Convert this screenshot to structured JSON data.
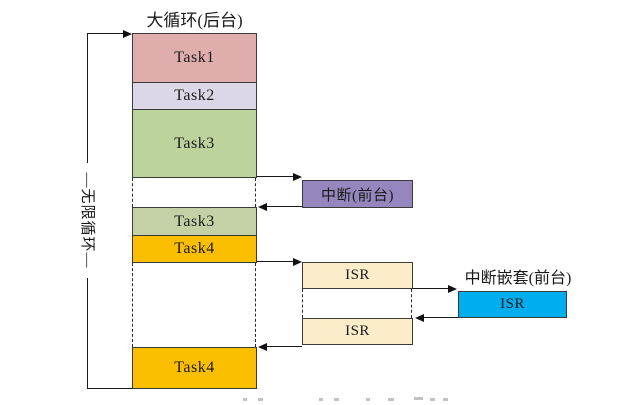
{
  "diagram": {
    "background_loop": {
      "title": "大循环(后台)",
      "infinite_loop_label": "—无限循环—",
      "tasks": {
        "task1": "Task1",
        "task2": "Task2",
        "task3_first": "Task3",
        "task3_resume": "Task3",
        "task4_first": "Task4",
        "task4_resume": "Task4"
      }
    },
    "foreground": {
      "interrupt_box_label": "中断(前台)",
      "isr_first": "ISR",
      "isr_resume": "ISR",
      "nested_title": "中断嵌套(前台)",
      "nested_isr": "ISR"
    },
    "colors": {
      "task1_fill": "#dfadab",
      "task2_fill": "#dbd6e8",
      "task3_fill": "#bdd39c",
      "task3_resume_fill": "#c4d1a6",
      "task4_fill": "#fcbf00",
      "interrupt_fill": "#9587be",
      "isr_fill": "#fbedc9",
      "nested_isr_fill": "#00aeef",
      "border": "#3a3a3a",
      "line": "#1a1a1a"
    }
  }
}
